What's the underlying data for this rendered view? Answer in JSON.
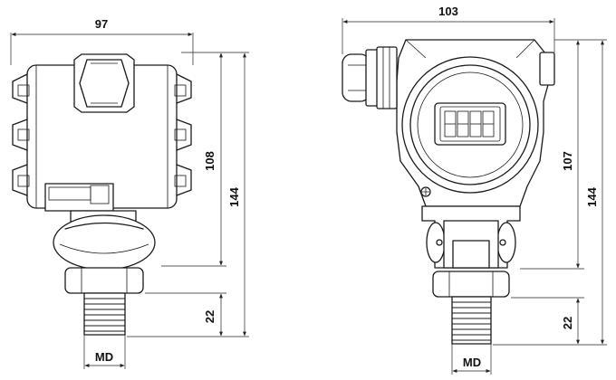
{
  "side_view": {
    "width_label": "97",
    "housing_height_label": "108",
    "total_height_label": "144",
    "thread_length_label": "22",
    "thread_label": "MD"
  },
  "front_view": {
    "width_label": "103",
    "housing_height_label": "107",
    "total_height_label": "144",
    "thread_length_label": "22",
    "thread_label": "MD"
  }
}
